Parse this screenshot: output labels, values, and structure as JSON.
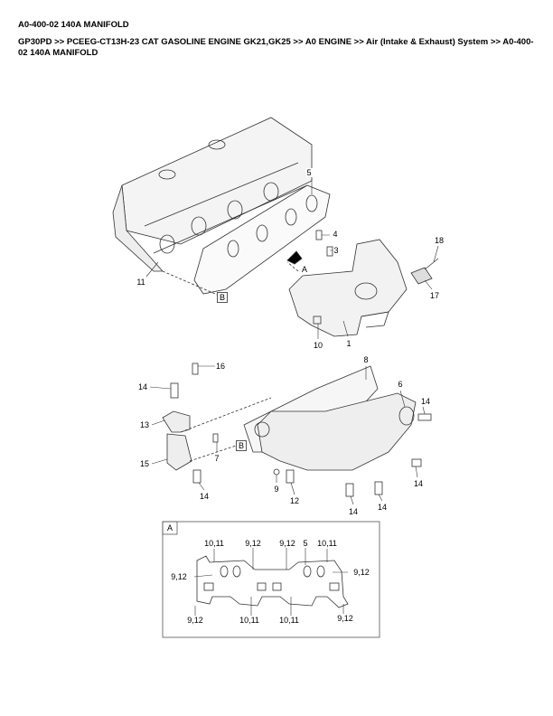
{
  "header": {
    "title": "A0-400-02 140A MANIFOLD",
    "breadcrumb": "GP30PD >> PCEEG-CT13H-23 CAT GASOLINE ENGINE GK21,GK25 >> A0 ENGINE >> Air (Intake & Exhaust) System >> A0-400-02 140A MANIFOLD"
  },
  "callouts": [
    "5",
    "4",
    "3",
    "18",
    "17",
    "11",
    "10",
    "1",
    "16",
    "14",
    "8",
    "6",
    "14",
    "13",
    "7",
    "15",
    "14",
    "9",
    "12",
    "14",
    "14",
    "14"
  ],
  "refs": {
    "b1": "B",
    "b2": "B",
    "arrow_a": "A"
  },
  "detail": {
    "label": "A",
    "callouts": [
      "10,11",
      "9,12",
      "9,12",
      "5",
      "10,11",
      "9,12",
      "9,12",
      "9,12",
      "10,11",
      "10,11",
      "9,12"
    ]
  }
}
